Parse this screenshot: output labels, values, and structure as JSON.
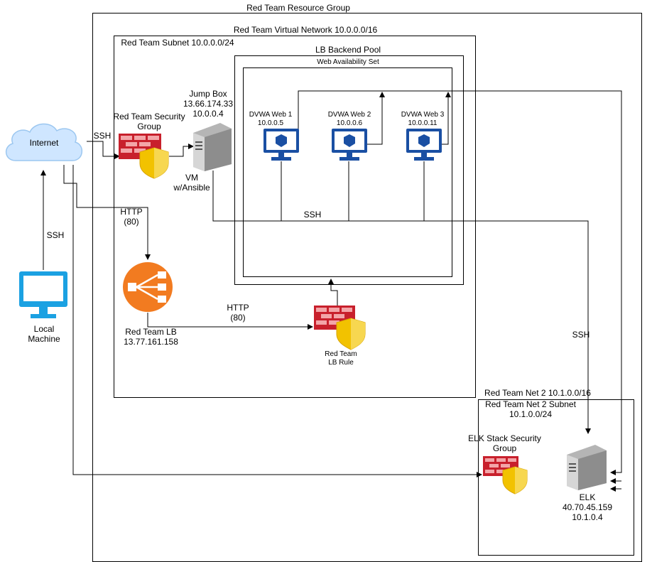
{
  "groups": {
    "resource_group": "Red Team Resource Group",
    "vnet": "Red Team Virtual Network 10.0.0.0/16",
    "subnet": "Red Team Subnet 10.0.0.0/24",
    "backend_pool": "LB Backend Pool",
    "availability_set": "Web Availability Set",
    "net2": "Red Team Net 2 10.1.0.0/16",
    "net2_subnet": "Red Team Net 2 Subnet\n10.1.0.0/24"
  },
  "nodes": {
    "internet": "Internet",
    "local_machine": "Local\nMachine",
    "security_group": "Red Team Security\nGroup",
    "jump_box_title": "Jump Box\n13.66.174.33\n10.0.0.4",
    "jump_box_sub": "VM\nw/Ansible",
    "web1": "DVWA Web 1\n10.0.0.5",
    "web2": "DVWA Web 2\n10.0.0.6",
    "web3": "DVWA Web 3\n10.0.0.11",
    "lb": "Red Team LB\n13.77.161.158",
    "lb_rule": "Red Team\nLB Rule",
    "elk_sg": "ELK Stack Security\nGroup",
    "elk": "ELK\n40.70.45.159\n10.1.0.4"
  },
  "edges": {
    "ssh_local_internet": "SSH",
    "ssh_internet_sg": "SSH",
    "http_internet_lb": "HTTP\n(80)",
    "http_lb_rule": "HTTP\n(80)",
    "ssh_webs": "SSH",
    "ssh_elk": "SSH"
  },
  "colors": {
    "cloud": "#cfe6ff",
    "monitor": "#1a4fa3",
    "local_monitor": "#1ba1e2",
    "firewall": "#c8202c",
    "shield": "#f2c200",
    "lb": "#f27b20",
    "server": "#9a9a9a"
  }
}
